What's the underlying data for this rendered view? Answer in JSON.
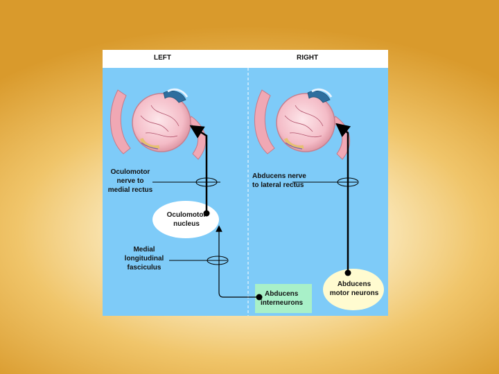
{
  "header": {
    "left": "LEFT",
    "right": "RIGHT"
  },
  "labels": {
    "oculomotor_nerve": [
      "Oculomotor",
      "nerve to",
      "medial rectus"
    ],
    "abducens_nerve": [
      "Abducens nerve",
      "to lateral rectus"
    ],
    "oculomotor_nucleus": [
      "Oculomotor",
      "nucleus"
    ],
    "mlf": [
      "Medial",
      "longitudinal",
      "fasciculus"
    ],
    "abducens_interneurons": [
      "Abducens",
      "interneurons"
    ],
    "abducens_motor_neurons": [
      "Abducens",
      "motor neurons"
    ]
  },
  "colors": {
    "panel": "#7ecbf8",
    "interneuron_box": "#a8f0c8",
    "motor_ellipse": "#fffbd0",
    "nucleus_ellipse": "#ffffff"
  }
}
